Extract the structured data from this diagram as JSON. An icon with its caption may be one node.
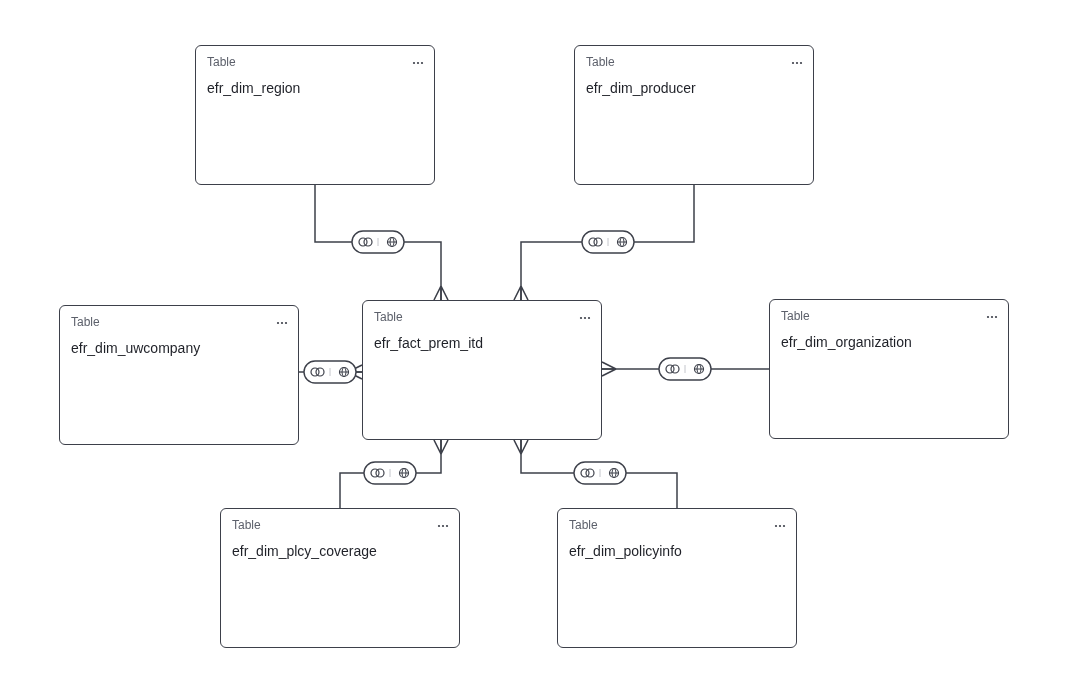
{
  "diagram": {
    "nodes": [
      {
        "text": [
          "Table",
          "efr_dim_region"
        ]
      },
      {
        "text": [
          "Table",
          "efr_dim_producer"
        ]
      },
      {
        "text": [
          "Table",
          "efr_dim_uwcompany"
        ]
      },
      {
        "text": [
          "Table",
          "efr_fact_prem_itd"
        ]
      },
      {
        "text": [
          "Table",
          "efr_dim_organization"
        ]
      },
      {
        "text": [
          "Table",
          "efr_dim_plcy_coverage"
        ]
      },
      {
        "text": [
          "Table",
          "efr_dim_policyinfo"
        ]
      }
    ],
    "edges": [
      {
        "from": 0,
        "to": 3,
        "arrow": "other"
      },
      {
        "from": 1,
        "to": 3,
        "arrow": "other"
      },
      {
        "from": 2,
        "to": 3,
        "arrow": "other"
      },
      {
        "from": 4,
        "to": 3,
        "arrow": "other"
      },
      {
        "from": 5,
        "to": 3,
        "arrow": "other"
      },
      {
        "from": 6,
        "to": 3,
        "arrow": "other"
      }
    ]
  }
}
